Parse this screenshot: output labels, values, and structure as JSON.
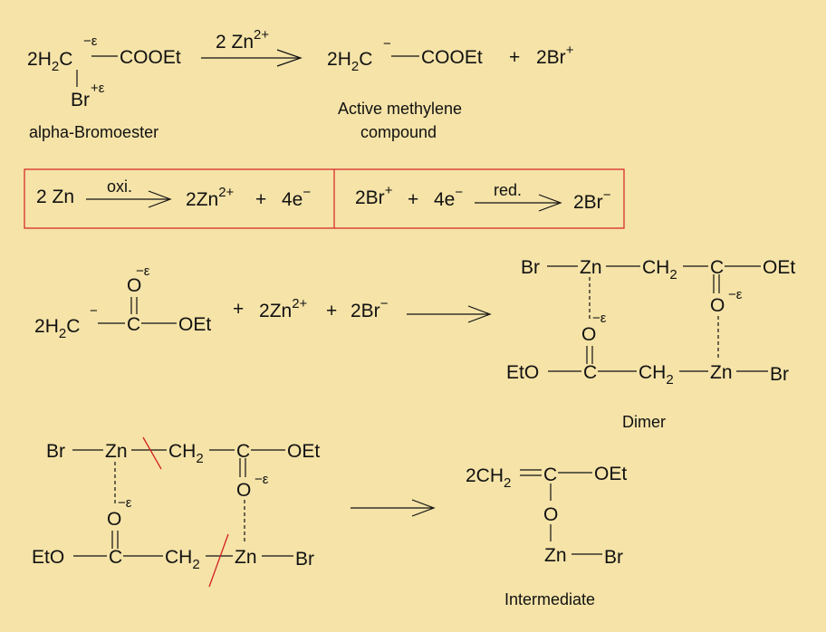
{
  "colors": {
    "background": "#f5e3a8",
    "black": "#111111",
    "red": "#d42020",
    "blue": "#1a1aa0"
  },
  "reaction1": {
    "coef": "2",
    "h2c": "H",
    "h2c_sub": "2",
    "h2c_c": "C",
    "delta_minus": "−ε",
    "cooet": "COOEt",
    "br": "Br",
    "delta_plus": "+ε",
    "arrow_top": "2",
    "arrow_zn": "Zn",
    "arrow_zn_charge": "2+",
    "p_coef": "2",
    "p_h": "H",
    "p_sub": "2",
    "p_c": "C",
    "p_charge": "−",
    "p_cooet": "COOEt",
    "plus": "+",
    "p_br": "2Br",
    "p_br_charge": "+",
    "name_reactant": "alpha-Bromoester",
    "name_product_1": "Active methylene",
    "name_product_2": "compound"
  },
  "redox": {
    "zn_coef": "2",
    "zn": "Zn",
    "oxi": "oxi.",
    "zn2_coef": "2",
    "zn2": "Zn",
    "zn2_charge": "2+",
    "plus": "+",
    "electrons": "4e",
    "e_charge": "−",
    "br_plus": "2Br",
    "br_plus_charge": "+",
    "red": "red.",
    "br_minus": "2Br",
    "br_minus_charge": "−"
  },
  "reaction2": {
    "o": "O",
    "delta": "−ε",
    "coef": "2",
    "h": "H",
    "sub": "2",
    "c": "C",
    "charge": "−",
    "c2": "C",
    "oet": "OEt",
    "plus": "+",
    "zn_coef": "2",
    "zn": "Zn",
    "zn_charge": "2+",
    "br": "2Br",
    "br_charge": "−"
  },
  "dimer": {
    "br": "Br",
    "zn": "Zn",
    "ch": "CH",
    "sub": "2",
    "c": "C",
    "oet": "OEt",
    "o": "O",
    "delta": "−ε",
    "eto": "EtO",
    "label": "Dimer"
  },
  "intermediate": {
    "coef_ch": "2CH",
    "sub": "2",
    "c": "C",
    "oet": "OEt",
    "o": "O",
    "zn": "Zn",
    "br": "Br",
    "label": "Intermediate"
  }
}
